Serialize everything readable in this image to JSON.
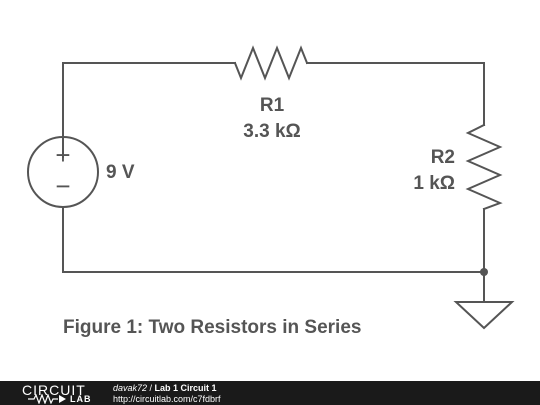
{
  "source": {
    "label": "9 V",
    "plus": "+",
    "minus": "−"
  },
  "r1": {
    "name": "R1",
    "value": "3.3 kΩ"
  },
  "r2": {
    "name": "R2",
    "value": "1 kΩ"
  },
  "caption": "Figure 1: Two Resistors in Series",
  "footer": {
    "logo_top": "CIRCUIT",
    "logo_bottom": "LAB",
    "user": "davak72",
    "separator": " / ",
    "title": "Lab 1 Circuit 1",
    "url": "http://circuitlab.com/c7fdbrf"
  },
  "colors": {
    "wire": "#555555",
    "footer_bg": "#1a1a1a"
  }
}
